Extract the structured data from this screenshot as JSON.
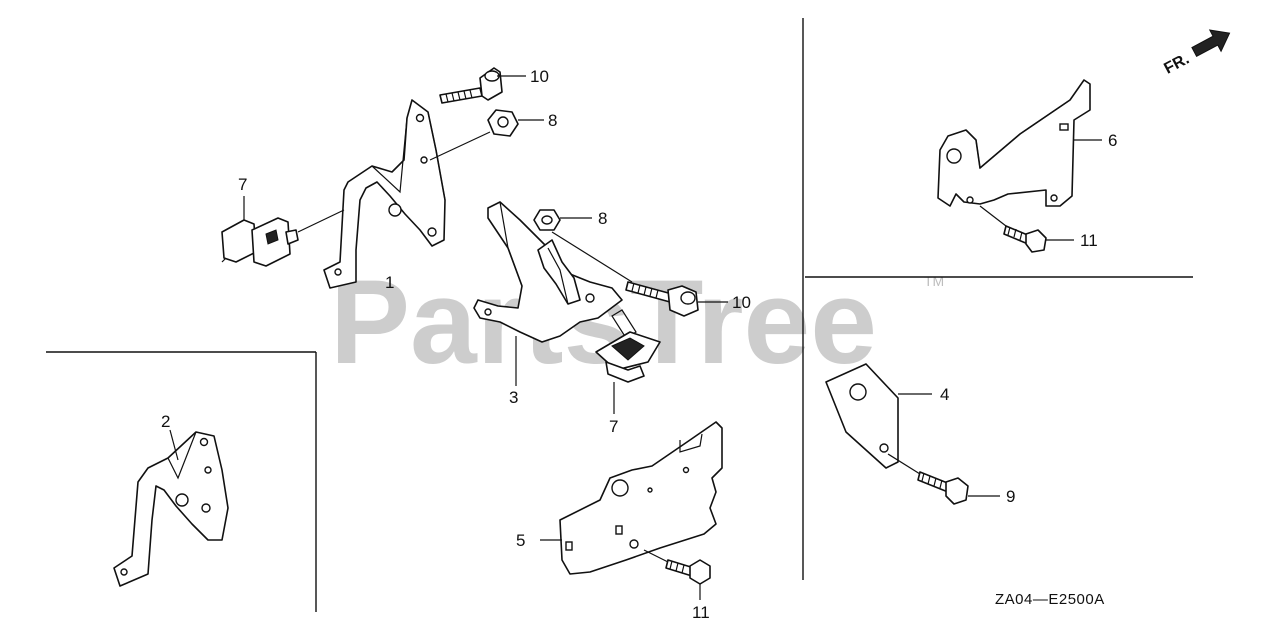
{
  "watermark": {
    "text": "PartsTree",
    "trademark": "TM"
  },
  "diagram_code": "ZA04—E2500A",
  "front_arrow": {
    "label": "FR."
  },
  "callouts": {
    "c10_top": "10",
    "c8_top": "8",
    "c7_left": "7",
    "c1": "1",
    "c8_mid": "8",
    "c10_mid": "10",
    "c3": "3",
    "c7_mid": "7",
    "c2": "2",
    "c5": "5",
    "c11_bottom": "11",
    "c6": "6",
    "c11_right": "11",
    "c4": "4",
    "c9": "9"
  }
}
